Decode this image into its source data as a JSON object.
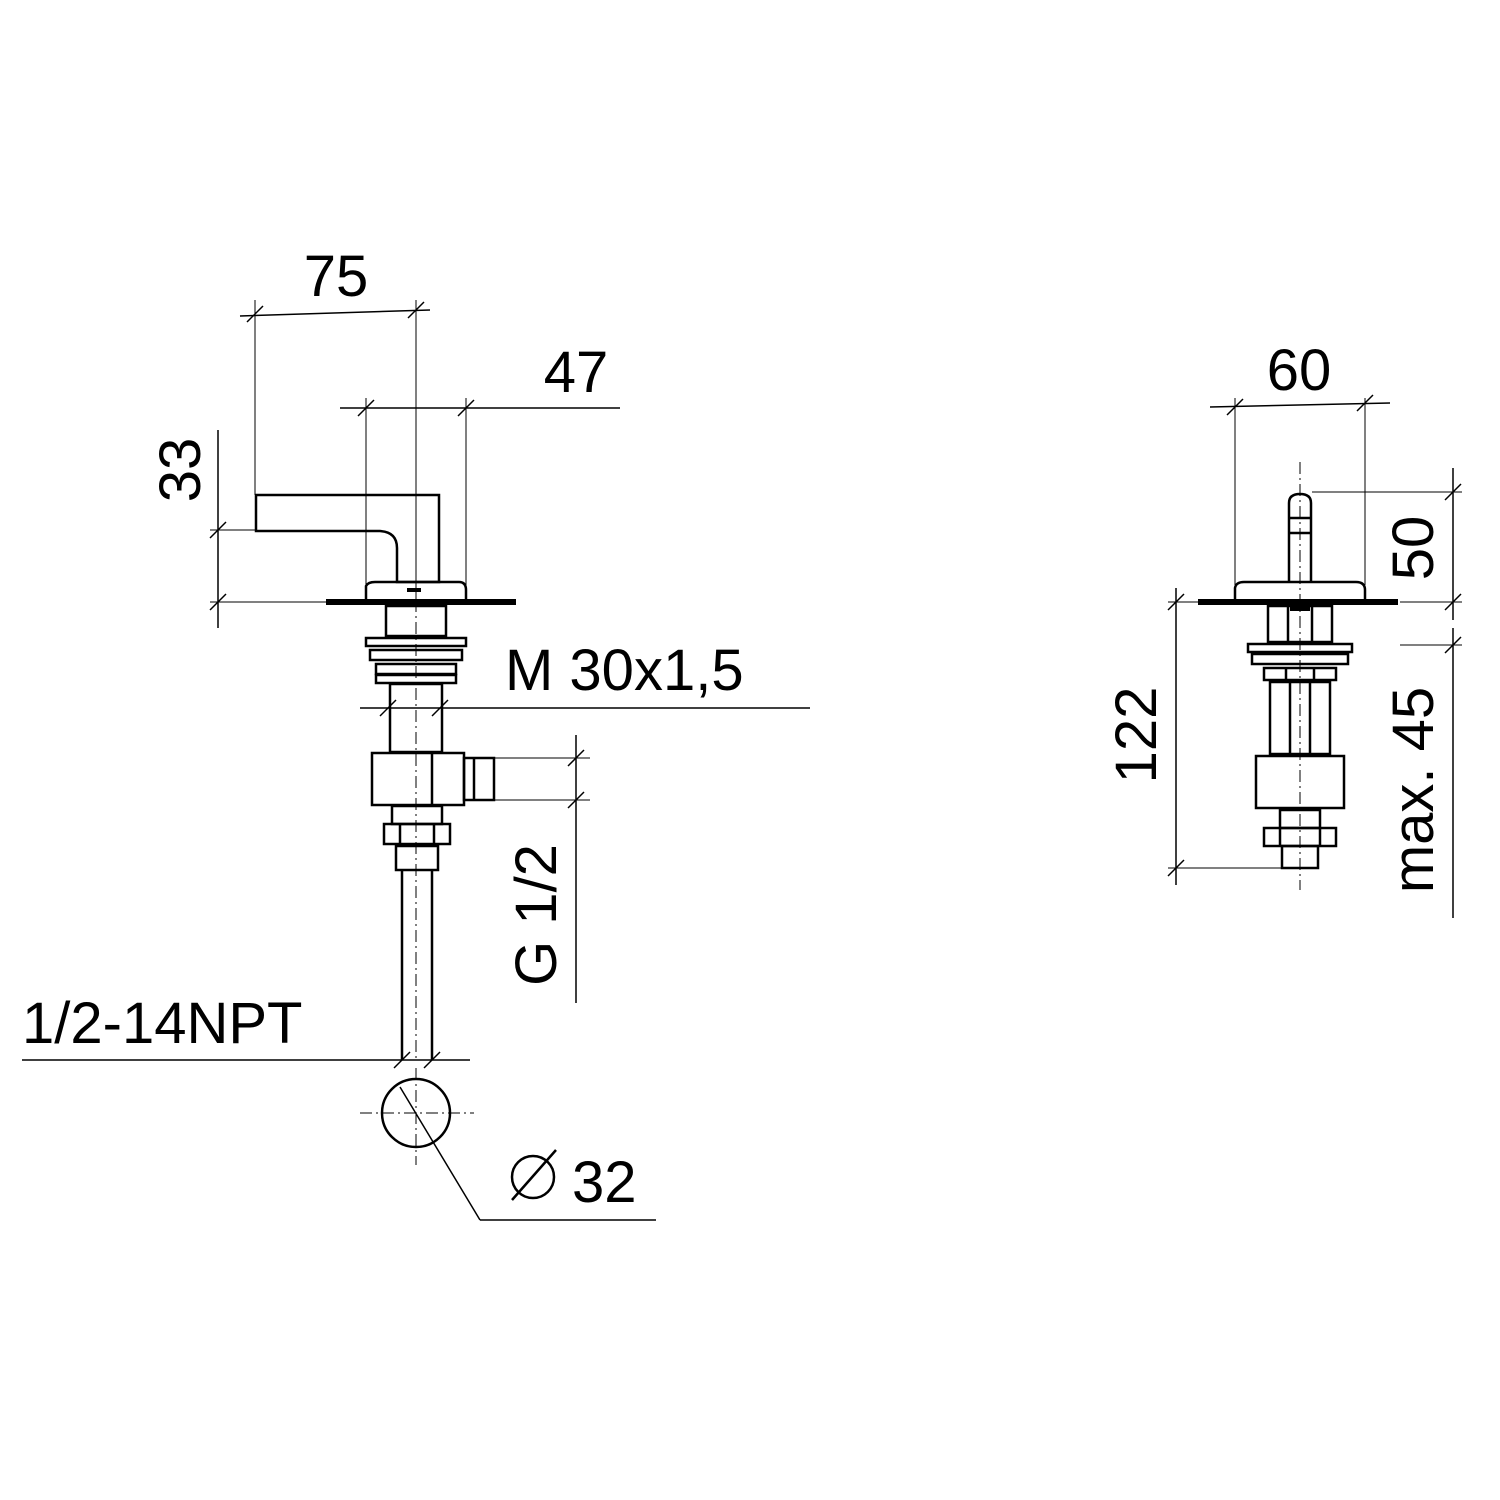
{
  "front_view": {
    "dim_handle_length": "75",
    "dim_rosette_width": "47",
    "dim_handle_height": "33",
    "thread_mount": "M 30x1,5",
    "thread_connection": "G 1/2",
    "thread_npt": "1/2-14NPT",
    "hole_diameter": "32"
  },
  "side_view": {
    "dim_rosette_width": "60",
    "dim_height_above_deck": "50",
    "dim_length_below_deck": "122",
    "dim_max_deck_thickness": "max. 45"
  }
}
